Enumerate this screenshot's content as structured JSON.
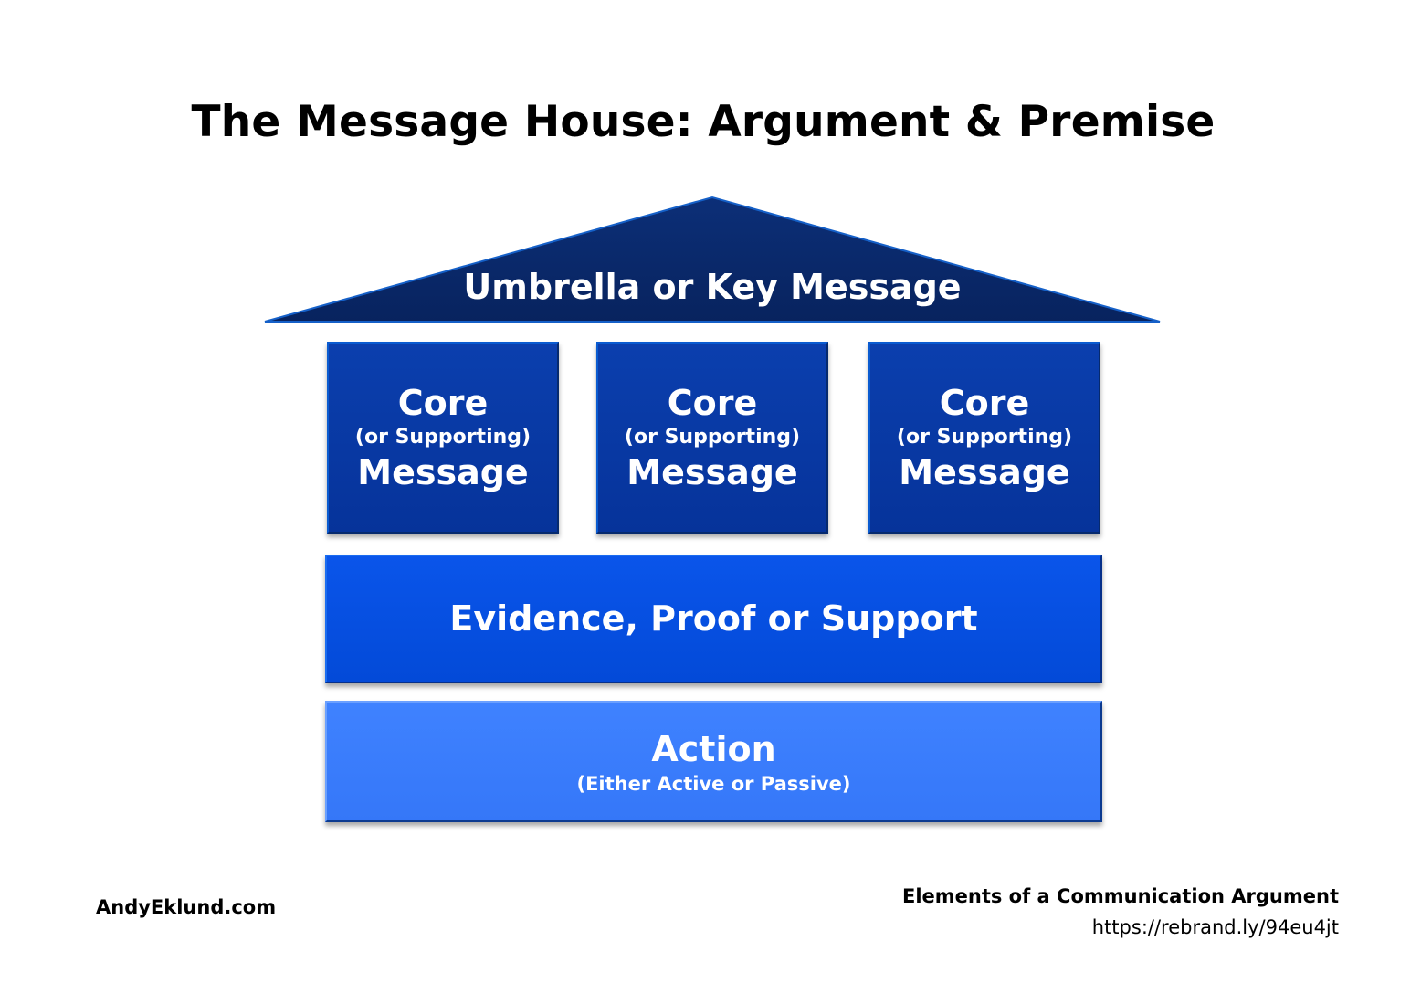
{
  "title": "The Message House:  Argument & Premise",
  "roof": {
    "label": "Umbrella or Key Message"
  },
  "core_messages": [
    {
      "line1": "Core",
      "line2": "(or Supporting)",
      "line3": "Message"
    },
    {
      "line1": "Core",
      "line2": "(or Supporting)",
      "line3": "Message"
    },
    {
      "line1": "Core",
      "line2": "(or Supporting)",
      "line3": "Message"
    }
  ],
  "evidence": {
    "label": "Evidence, Proof or Support"
  },
  "action": {
    "label": "Action",
    "sublabel": "(Either Active or Passive)"
  },
  "footer": {
    "site": "AndyEklund.com",
    "reference_title": "Elements of a Communication Argument",
    "reference_url": "https://rebrand.ly/94eu4jt"
  },
  "colors": {
    "roof": "#0b2a6c",
    "core": "#0a3aa6",
    "evidence": "#0650e0",
    "action": "#3a7cff"
  }
}
